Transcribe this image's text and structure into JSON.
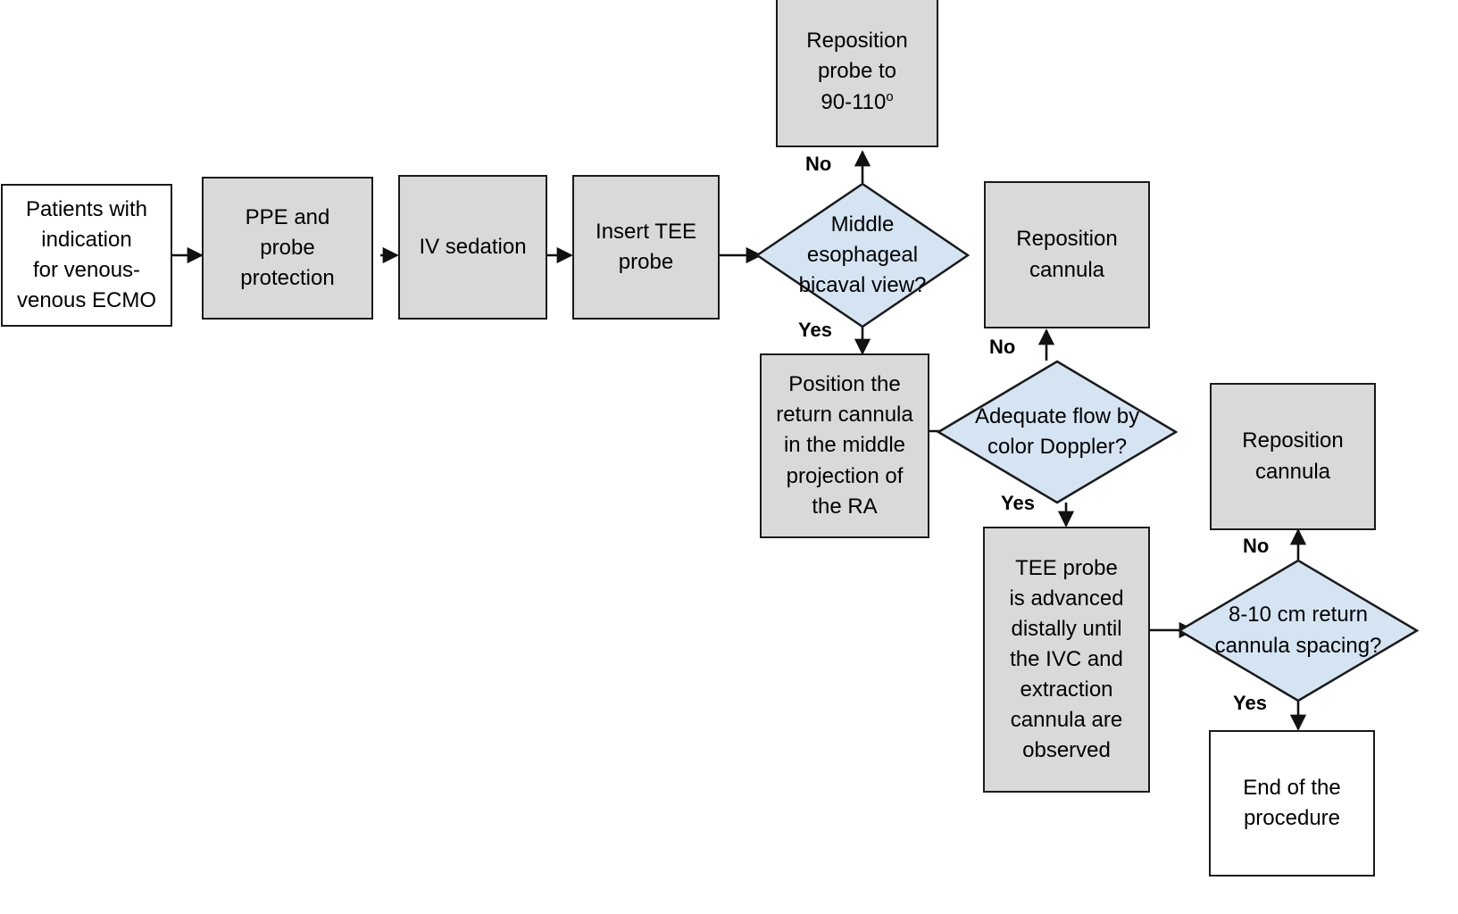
{
  "diagram": {
    "title": "Venous-venous ECMO TEE cannula positioning flowchart",
    "colors": {
      "process_fill": "#d9d9d9",
      "terminal_fill": "#ffffff",
      "decision_fill": "#d4e4f2",
      "stroke": "#1a1a1a",
      "text": "#000000",
      "background": "#ffffff"
    },
    "nodes": {
      "patients": {
        "label": "Patients with\nindication\nfor venous-\nvenous ECMO",
        "type": "terminal"
      },
      "ppe": {
        "label": "PPE and\nprobe\nprotection",
        "type": "process"
      },
      "sedation": {
        "label": "IV sedation",
        "type": "process"
      },
      "insert_probe": {
        "label": "Insert TEE\nprobe",
        "type": "process"
      },
      "reposition_probe": {
        "label_line1": "Reposition",
        "label_line2": "probe to",
        "label_line3_pre": "90-110",
        "label_line3_sup": "o",
        "type": "process"
      },
      "bicaval_view": {
        "label": "Middle\nesophageal\nbicaval view?",
        "type": "decision"
      },
      "position_return_cannula": {
        "label": "Position the\nreturn cannula\nin the middle\nprojection of\nthe RA",
        "type": "process"
      },
      "reposition_cannula_1": {
        "label": "Reposition\ncannula",
        "type": "process"
      },
      "adequate_flow": {
        "label": "Adequate flow by\ncolor Doppler?",
        "type": "decision"
      },
      "tee_advanced": {
        "label": "TEE probe\nis advanced\ndistally until\nthe IVC and\nextraction\ncannula are\nobserved",
        "type": "process"
      },
      "reposition_cannula_2": {
        "label": "Reposition\ncannula",
        "type": "process"
      },
      "cannula_spacing": {
        "label": "8-10 cm return\ncannula spacing?",
        "type": "decision"
      },
      "end": {
        "label": "End of the\nprocedure",
        "type": "terminal"
      }
    },
    "edge_labels": {
      "bicaval_no": "No",
      "bicaval_yes": "Yes",
      "flow_no": "No",
      "flow_yes": "Yes",
      "spacing_no": "No",
      "spacing_yes": "Yes"
    }
  }
}
